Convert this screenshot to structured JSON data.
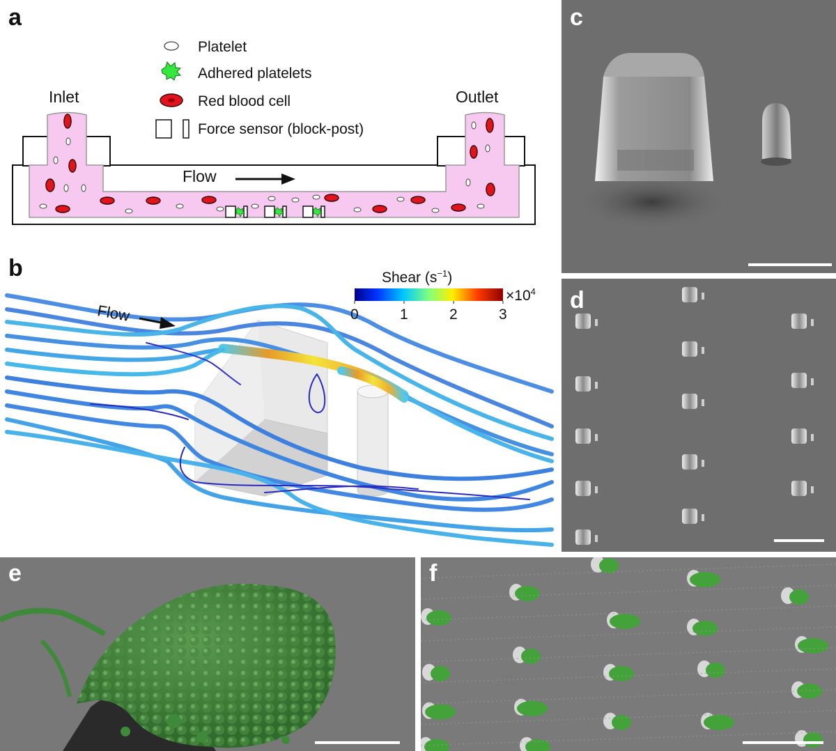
{
  "panels": {
    "a": "a",
    "b": "b",
    "c": "c",
    "d": "d",
    "e": "e",
    "f": "f"
  },
  "panel_a": {
    "legend": {
      "platelet": "Platelet",
      "adhered": "Adhered platelets",
      "rbc": "Red blood cell",
      "sensor": "Force sensor (block-post)"
    },
    "inlet": "Inlet",
    "outlet": "Outlet",
    "flow": "Flow"
  },
  "panel_b": {
    "flow": "Flow",
    "colorbar_title": "Shear (s",
    "colorbar_title_sup": "−1",
    "colorbar_title_end": ")",
    "multiplier": "×10",
    "multiplier_sup": "4",
    "ticks": [
      "0",
      "1",
      "2",
      "3"
    ]
  },
  "colors": {
    "channel_fill": "#f7c9f1",
    "rbc": "#e0141e",
    "adhered": "#35e83f",
    "sem_bg": "#6e6e6e",
    "green_pseudocolor": "#3f8a3a"
  }
}
